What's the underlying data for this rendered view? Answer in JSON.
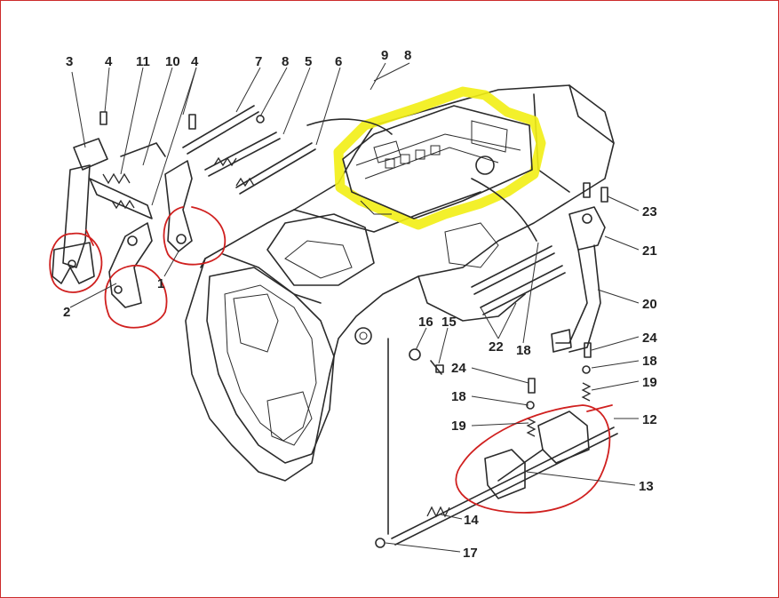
{
  "diagram": {
    "colors": {
      "ink": "#2b2b2b",
      "highlight_yellow": "#f2ee14",
      "markup_red": "#d0201f",
      "frame_red": "#cc2b2b",
      "background": "#ffffff"
    },
    "callouts": {
      "c3": "3",
      "c4a": "4",
      "c11": "11",
      "c10": "10",
      "c4b": "4",
      "c7": "7",
      "c8a": "8",
      "c5": "5",
      "c6": "6",
      "c9": "9",
      "c8b": "8",
      "c23": "23",
      "c21": "21",
      "c20": "20",
      "c24a": "24",
      "c18a": "18",
      "c19a": "19",
      "c12": "12",
      "c13": "13",
      "c14": "14",
      "c17": "17",
      "c16": "16",
      "c15": "15",
      "c24b": "24",
      "c18b": "18",
      "c19b": "19",
      "c22": "22",
      "c18c": "18",
      "c1": "1",
      "c2": "2"
    }
  }
}
